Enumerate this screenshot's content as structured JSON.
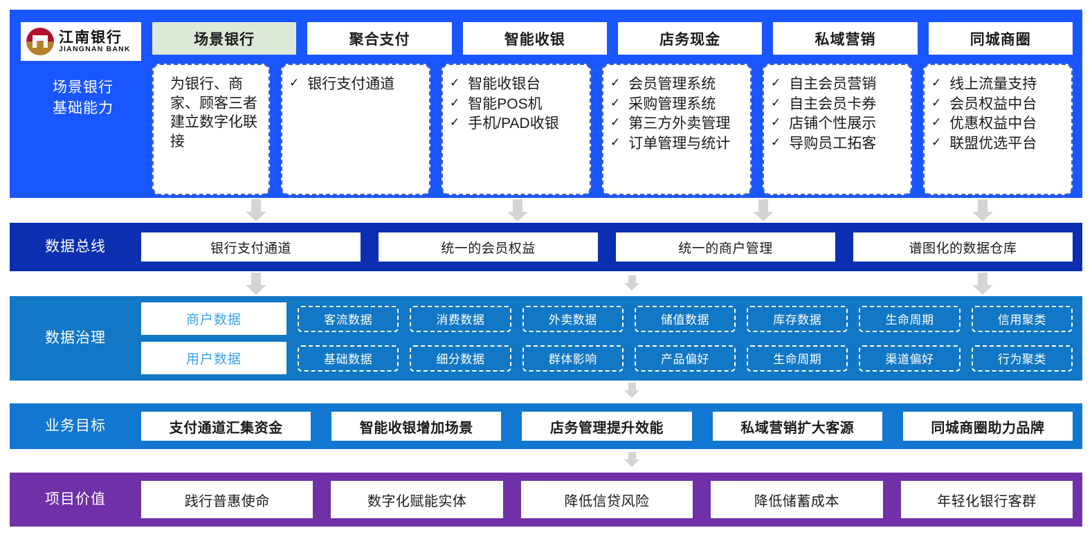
{
  "brand": {
    "name_cn": "江南银行",
    "name_en": "JIANGNAN BANK",
    "logo_icon": "jiangnan-bank-logo-icon",
    "colors": {
      "top_half": "#b2102f",
      "bottom_half": "#b4812c"
    }
  },
  "colors": {
    "capability_band": "#1a56ff",
    "bus_band": "#0b2fb0",
    "governance_band": "#1277c4",
    "goal_band": "#1177d1",
    "value_band": "#7030a8",
    "active_tab": "#dde9d8",
    "card_border": "#3f63c8",
    "arrow": "#d4d4d4",
    "gov_head_text": "#3aa3e8"
  },
  "capability": {
    "side_label": "场景银行\n基础能力",
    "tabs": [
      {
        "label": "场景银行",
        "active": true
      },
      {
        "label": "聚合支付",
        "active": false
      },
      {
        "label": "智能收银",
        "active": false
      },
      {
        "label": "店务现金",
        "active": false
      },
      {
        "label": "私域营销",
        "active": false
      },
      {
        "label": "同城商圈",
        "active": false
      }
    ],
    "cards": [
      {
        "type": "paragraph",
        "text": "为银行、商家、顾客三者建立数字化联接",
        "items": []
      },
      {
        "type": "checklist",
        "text": "",
        "items": [
          "银行支付通道"
        ]
      },
      {
        "type": "checklist",
        "text": "",
        "items": [
          "智能收银台",
          "智能POS机",
          "手机/PAD收银"
        ]
      },
      {
        "type": "checklist",
        "text": "",
        "items": [
          "会员管理系统",
          "采购管理系统",
          "第三方外卖管理",
          "订单管理与统计"
        ]
      },
      {
        "type": "checklist",
        "text": "",
        "items": [
          "自主会员营销",
          "自主会员卡券",
          "店铺个性展示",
          "导购员工拓客"
        ]
      },
      {
        "type": "checklist",
        "text": "",
        "items": [
          "线上流量支持",
          "会员权益中台",
          "优惠权益中台",
          "联盟优选平台"
        ]
      }
    ],
    "check_glyph": "✓"
  },
  "bus": {
    "label": "数据总线",
    "items": [
      "银行支付通道",
      "统一的会员权益",
      "统一的商户管理",
      "谱图化的数据仓库"
    ]
  },
  "governance": {
    "label": "数据治理",
    "rows": [
      {
        "head": "商户数据",
        "chips": [
          "客流数据",
          "消费数据",
          "外卖数据",
          "储值数据",
          "库存数据",
          "生命周期",
          "信用聚类"
        ]
      },
      {
        "head": "用户数据",
        "chips": [
          "基础数据",
          "细分数据",
          "群体影响",
          "产品偏好",
          "生命周期",
          "渠道偏好",
          "行为聚类"
        ]
      }
    ]
  },
  "goals": {
    "label": "业务目标",
    "items": [
      "支付通道汇集资金",
      "智能收银增加场景",
      "店务管理提升效能",
      "私域营销扩大客源",
      "同城商圈助力品牌"
    ]
  },
  "value": {
    "label": "项目价值",
    "items": [
      "践行普惠使命",
      "数字化赋能实体",
      "降低信贷风险",
      "降低储蓄成本",
      "年轻化银行客群"
    ]
  },
  "arrows": {
    "icon": "arrow-down-icon",
    "capability_to_bus": [
      370,
      748,
      1103,
      1420
    ],
    "bus_to_governance": [
      370,
      910,
      1420
    ],
    "governance_to_goals": [
      910
    ],
    "goals_to_value": [
      910
    ]
  }
}
